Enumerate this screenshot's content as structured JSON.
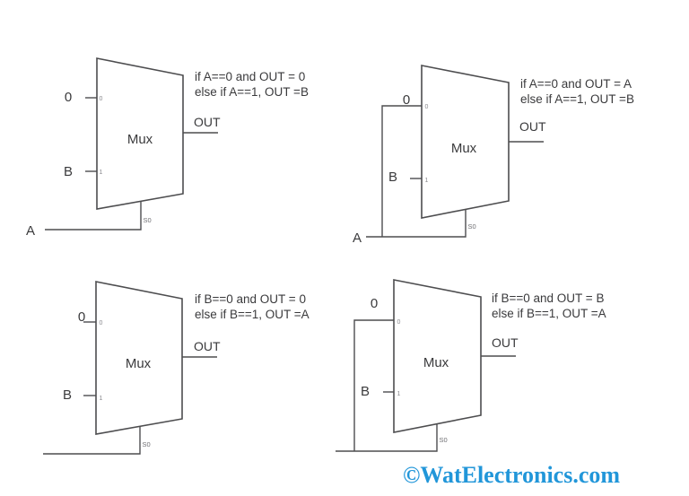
{
  "colors": {
    "line": "#4d4d4f",
    "text": "#3a3a3c",
    "pin_text": "#8a8a8e",
    "watermark_blue": "#2196d9"
  },
  "watermark": {
    "text": "©WatElectronics.com"
  },
  "muxes": [
    {
      "position": "top-left",
      "block_label": "Mux",
      "input0_label": "0",
      "input1_label": "B",
      "pin0_label": "0",
      "pin1_label": "1",
      "select_pin_label": "S0",
      "select_label": "A",
      "output_label": "OUT",
      "annotation_line1": "if A==0 and OUT = 0",
      "annotation_line2": "else if A==1, OUT =B"
    },
    {
      "position": "top-right",
      "block_label": "Mux",
      "input0_label": "0",
      "input1_label": "B",
      "pin0_label": "0",
      "pin1_label": "1",
      "select_pin_label": "S0",
      "select_label": "A",
      "output_label": "OUT",
      "annotation_line1": "if A==0 and OUT = A",
      "annotation_line2": "else if A==1, OUT =B"
    },
    {
      "position": "bottom-left",
      "block_label": "Mux",
      "input0_label": "0",
      "input1_label": "B",
      "pin0_label": "0",
      "pin1_label": "1",
      "select_pin_label": "S0",
      "output_label": "OUT",
      "annotation_line1": "if B==0 and OUT = 0",
      "annotation_line2": "else if B==1, OUT =A"
    },
    {
      "position": "bottom-right",
      "block_label": "Mux",
      "input0_label": "0",
      "input1_label": "B",
      "pin0_label": "0",
      "pin1_label": "1",
      "select_pin_label": "S0",
      "output_label": "OUT",
      "annotation_line1": "if B==0 and OUT = B",
      "annotation_line2": "else if B==1, OUT =A"
    }
  ]
}
